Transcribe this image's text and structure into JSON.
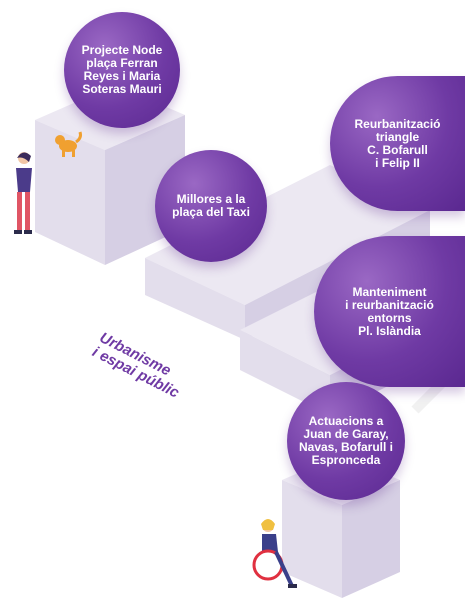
{
  "projects": [
    {
      "label": "Projecte Node\nplaça Ferran\nReyes i Maria\nSoteras Mauri"
    },
    {
      "label": "Reurbanització\ntriangle\nC. Bofarull\ni Felip II"
    },
    {
      "label": "Millores a la\nplaça del Taxi"
    },
    {
      "label": "Manteniment\ni reurbanització\nentorns\nPl. Islàndia"
    },
    {
      "label": "Actuacions a\nJuan de Garay,\nNavas, Bofarull i\nEspronceda"
    }
  ],
  "section_title": "Urbanisme\ni espai públic",
  "colors": {
    "accent_purple": "#6f3aa4",
    "platform_top": "#ece8f2",
    "platform_side": "#d9d3e6",
    "platform_front": "#e3deec"
  },
  "icons": [
    "woman-figure-icon",
    "dog-icon",
    "wheelchair-user-icon",
    "watermark-chevron-icon"
  ]
}
